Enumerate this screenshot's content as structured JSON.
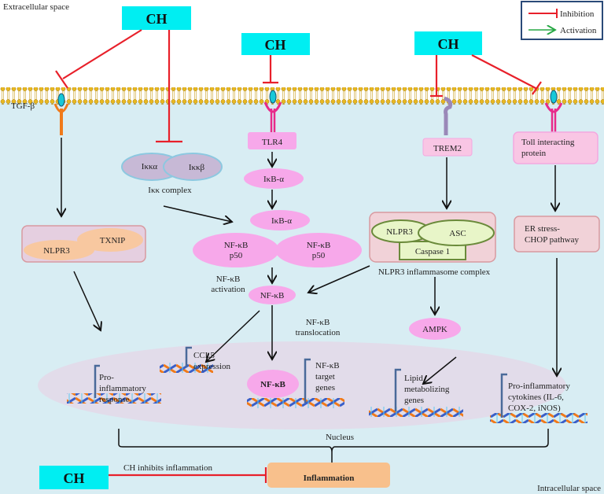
{
  "labels": {
    "extracellular": "Extracellular space",
    "intracellular": "Intracellular space",
    "tgf": "TGF-β",
    "nucleus": "Nucleus"
  },
  "ch_label": "CH",
  "legend": {
    "inhibition": "Inhibition",
    "activation": "Activation",
    "inhibition_color": "#e8202a",
    "activation_color": "#27a844"
  },
  "ikk": {
    "alpha": "Iκκα",
    "beta": "Iκκβ",
    "complex": "Iκκ complex"
  },
  "tlr": {
    "tlr4": "TLR4",
    "ikb1": "IκB-α",
    "ikb2": "IκB-α",
    "p50_a": [
      "NF-κB",
      "p50"
    ],
    "p50_b": [
      "NF-κB",
      "p50"
    ],
    "activation": [
      "NF-κB",
      "activation"
    ],
    "nfkb": "NF-κB",
    "translocation": [
      "NF-κB",
      "translocation"
    ]
  },
  "trem": {
    "trem2": "TREM2",
    "nlpr3": "NLPR3",
    "asc": "ASC",
    "caspase": "Caspase 1",
    "complex": "NLPR3 inflammasome complex",
    "ampk": "AMPK"
  },
  "toll": {
    "box": [
      "Toll interacting",
      "protein"
    ],
    "er": [
      "ER stress-",
      "CHOP pathway"
    ]
  },
  "left": {
    "nlpr3": "NLPR3",
    "txnip": "TXNIP"
  },
  "genes": {
    "pro": [
      "Pro-",
      "inflammatory",
      "response"
    ],
    "ccl5": [
      "CCL5",
      "expression"
    ],
    "nfkb": "NF-κB",
    "target": [
      "NF-κB",
      "target",
      "genes"
    ],
    "lipid": [
      "Lipid",
      "metabolizing",
      "genes"
    ],
    "cyto": [
      "Pro-inflammatory",
      "cytokines (IL-6,",
      "COX-2, iNOS)"
    ]
  },
  "bottom": {
    "inhibits": "CH inhibits inflammation",
    "inflammation": "Inflammation"
  },
  "colors": {
    "ch_box": "#00eef2",
    "membrane": "#e8b820",
    "cytoplasm": "#d8edf3",
    "nucleus": "#e2dcea",
    "pink": "#f7a8ea",
    "inflammation": "#f8c08c"
  }
}
